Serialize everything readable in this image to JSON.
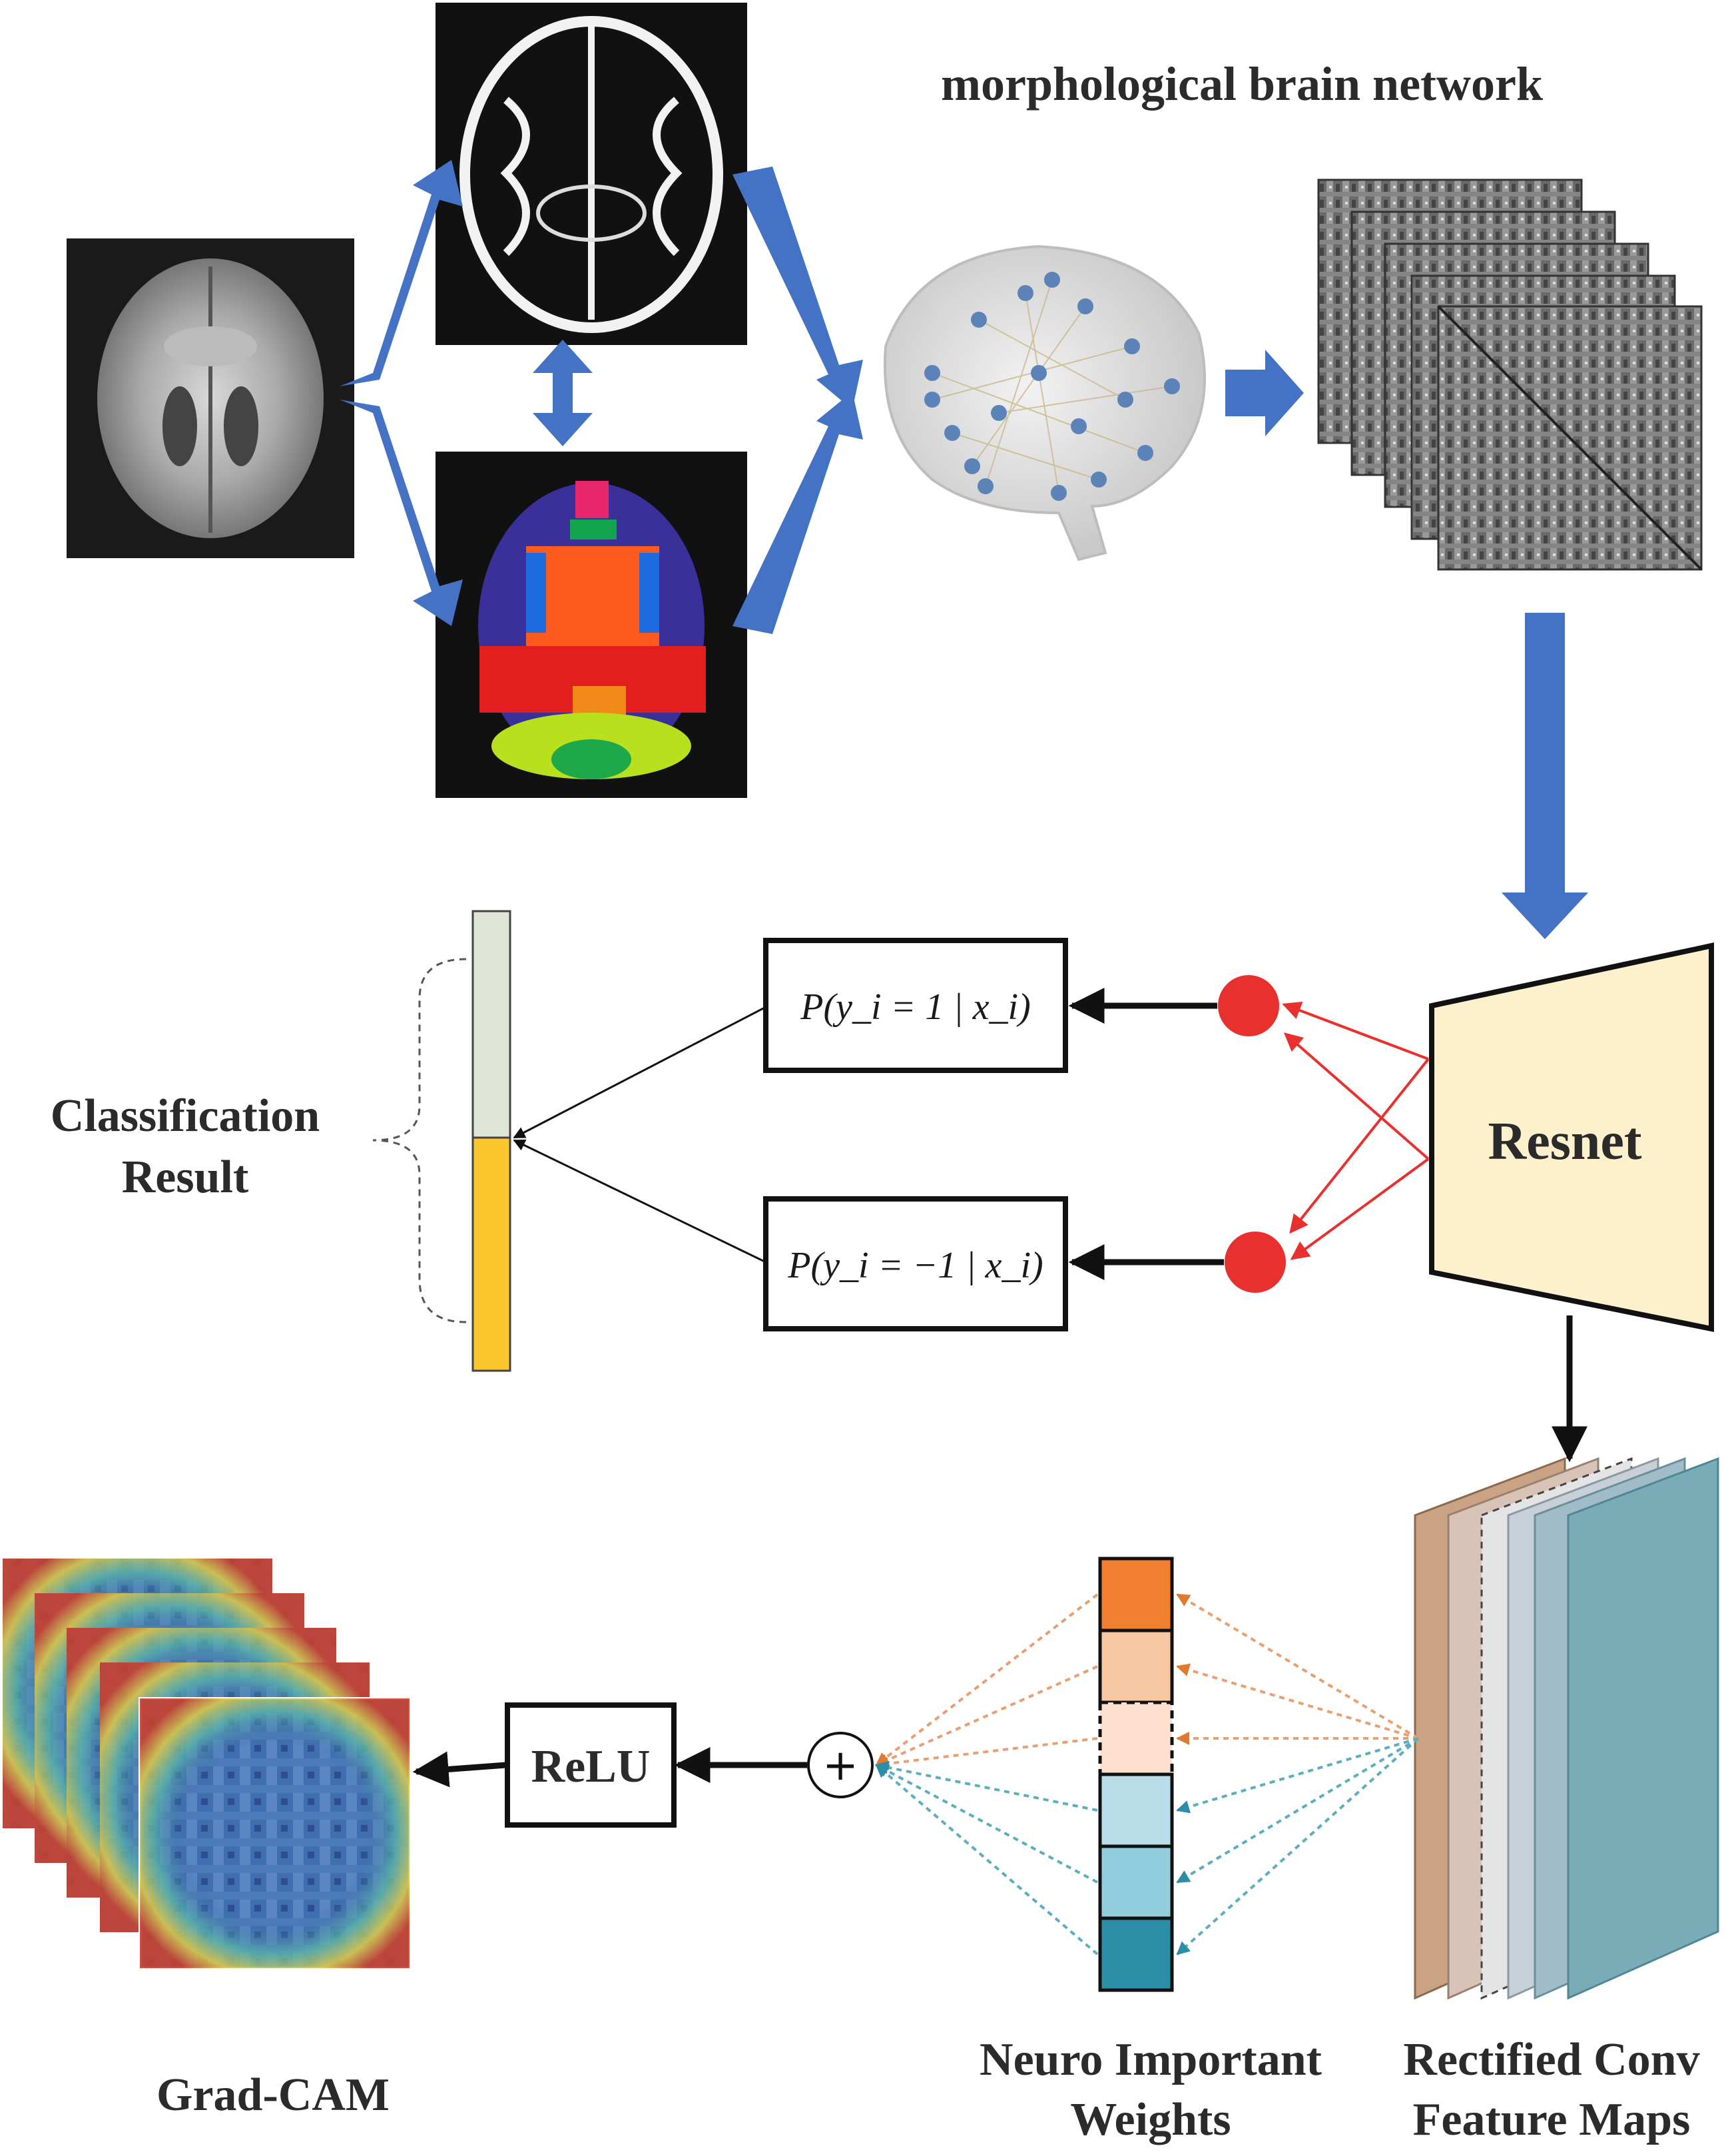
{
  "labels": {
    "network_title": "morphological brain network",
    "resnet": "Resnet",
    "classification_line1": "Classification",
    "classification_line2": "Result",
    "prob_positive": "P(y_i = 1 | x_i)",
    "prob_negative": "P(y_i = −1 | x_i)",
    "relu": "ReLU",
    "plus": "+",
    "weights_line1": "Neuro Important",
    "weights_line2": "Weights",
    "feature_line1": "Rectified Conv",
    "feature_line2": "Feature Maps",
    "gradcam": "Grad-CAM"
  },
  "colors": {
    "flow_arrow": "#4472c4",
    "resnet_fill": "#fdf1cd",
    "output_node": "#e8312f",
    "class_top": "#dfe6d8",
    "class_bottom": "#fcc62d"
  },
  "weights": {
    "cells": [
      {
        "color": "#f07f30"
      },
      {
        "color": "#f8c8a2"
      },
      {
        "color": "#fde0cf"
      },
      {
        "color": "#b9deea"
      },
      {
        "color": "#93cede"
      },
      {
        "color": "#2b8ea6"
      }
    ]
  }
}
